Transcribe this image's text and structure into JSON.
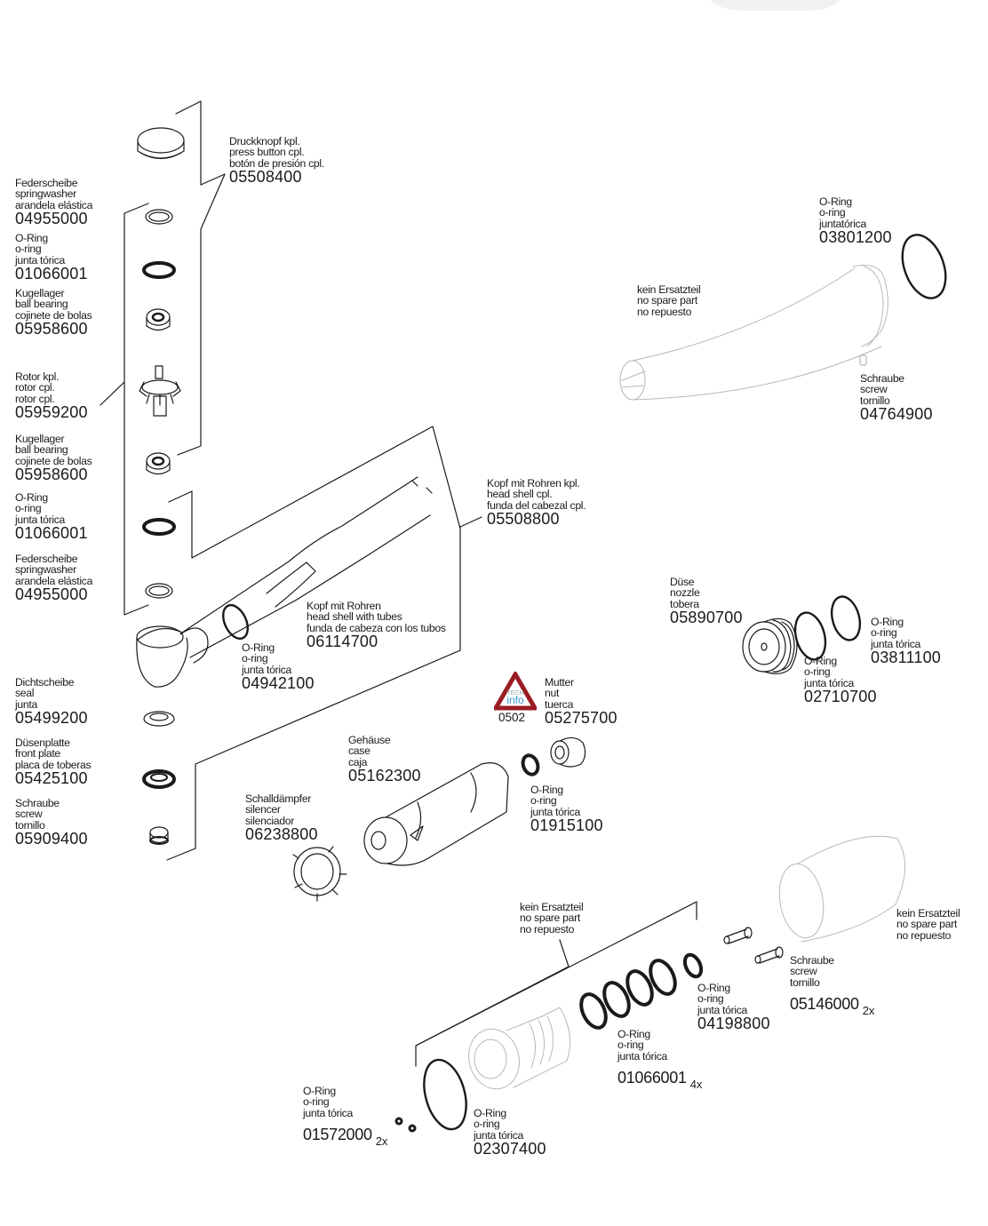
{
  "title": "Spare parts exploded view",
  "colors": {
    "line": "#1a1a1a",
    "ghost": "#b8b8b8",
    "techinfo_red": "#9b1c24",
    "techinfo_blue": "#3a9ad9"
  },
  "techinfo": {
    "badge_text": "TECH",
    "badge_word": "info",
    "code": "0502",
    "icon": "techinfo-warning-triangle-icon"
  },
  "parts": {
    "press_button": {
      "lines": [
        "Druckknopf kpl.",
        "press button cpl.",
        "botón de presión cpl."
      ],
      "number": "05508400"
    },
    "spring_washer_1": {
      "lines": [
        "Federscheibe",
        "springwasher",
        "arandela elástica"
      ],
      "number": "04955000"
    },
    "oring_1": {
      "lines": [
        "O-Ring",
        "o-ring",
        "junta tórica"
      ],
      "number": "01066001"
    },
    "ball_bearing_1": {
      "lines": [
        "Kugellager",
        "ball bearing",
        "cojinete de bolas"
      ],
      "number": "05958600"
    },
    "rotor": {
      "lines": [
        "Rotor kpl.",
        "rotor cpl.",
        "rotor cpl."
      ],
      "number": "05959200"
    },
    "ball_bearing_2": {
      "lines": [
        "Kugellager",
        "ball bearing",
        "cojinete de bolas"
      ],
      "number": "05958600"
    },
    "oring_2": {
      "lines": [
        "O-Ring",
        "o-ring",
        "junta tórica"
      ],
      "number": "01066001"
    },
    "spring_washer_2": {
      "lines": [
        "Federscheibe",
        "springwasher",
        "arandela elástica"
      ],
      "number": "04955000"
    },
    "seal": {
      "lines": [
        "Dichtscheibe",
        "seal",
        "junta"
      ],
      "number": "05499200"
    },
    "front_plate": {
      "lines": [
        "Düsenplatte",
        "front plate",
        "placa de toberas"
      ],
      "number": "05425100"
    },
    "screw_left": {
      "lines": [
        "Schraube",
        "screw",
        "tornillo"
      ],
      "number": "05909400"
    },
    "head_shell_cpl": {
      "lines": [
        "Kopf mit Rohren kpl.",
        "head shell cpl.",
        "funda del cabezal cpl."
      ],
      "number": "05508800"
    },
    "head_shell_tubes": {
      "lines": [
        "Kopf mit Rohren",
        "head shell with tubes",
        "funda de cabeza con los tubos"
      ],
      "number": "06114700"
    },
    "oring_head": {
      "lines": [
        "O-Ring",
        "o-ring",
        "junta tórica"
      ],
      "number": "04942100"
    },
    "sleeve_no_spare": {
      "lines": [
        "kein Ersatzteil",
        "no spare part",
        "no repuesto"
      ]
    },
    "oring_sleeve": {
      "lines": [
        "O-Ring",
        "o-ring",
        "juntatórica"
      ],
      "number": "03801200"
    },
    "screw_sleeve": {
      "lines": [
        "Schraube",
        "screw",
        "tornillo"
      ],
      "number": "04764900"
    },
    "nozzle": {
      "lines": [
        "Düse",
        "nozzle",
        "tobera"
      ],
      "number": "05890700"
    },
    "oring_nozzle_a": {
      "lines": [
        "O-Ring",
        "o-ring",
        "junta tórica"
      ],
      "number": "02710700"
    },
    "oring_nozzle_b": {
      "lines": [
        "O-Ring",
        "o-ring",
        "junta tórica"
      ],
      "number": "03811100"
    },
    "nut": {
      "lines": [
        "Mutter",
        "nut",
        "tuerca"
      ],
      "number": "05275700"
    },
    "case": {
      "lines": [
        "Gehäuse",
        "case",
        "caja"
      ],
      "number": "05162300"
    },
    "oring_nut": {
      "lines": [
        "O-Ring",
        "o-ring",
        "junta tórica"
      ],
      "number": "01915100"
    },
    "silencer": {
      "lines": [
        "Schalldämpfer",
        "silencer",
        "silenciador"
      ],
      "number": "06238800"
    },
    "coupling_no_spare": {
      "lines": [
        "kein Ersatzteil",
        "no spare part",
        "no repuesto"
      ]
    },
    "grip_no_spare": {
      "lines": [
        "kein Ersatzteil",
        "no spare part",
        "no repuesto"
      ]
    },
    "screw_pair": {
      "lines": [
        "Schraube",
        "screw",
        "tornillo"
      ],
      "number": "05146000",
      "qty": "2x"
    },
    "oring_small": {
      "lines": [
        "O-Ring",
        "o-ring",
        "junta tórica"
      ],
      "number": "04198800"
    },
    "oring_set": {
      "lines": [
        "O-Ring",
        "o-ring",
        "junta tórica"
      ],
      "number": "01066001",
      "qty": "4x"
    },
    "oring_tiny": {
      "lines": [
        "O-Ring",
        "o-ring",
        "junta tórica"
      ],
      "number": "01572000",
      "qty": "2x"
    },
    "oring_large": {
      "lines": [
        "O-Ring",
        "o-ring",
        "junta tórica"
      ],
      "number": "02307400"
    }
  }
}
